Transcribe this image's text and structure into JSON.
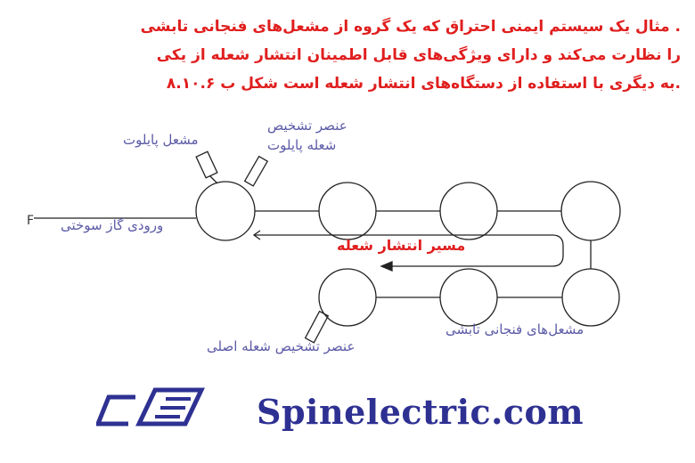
{
  "caption": {
    "line1": ". مثال یک سیستم ایمنی احتراق که یک گروه از مشعل‌های فنجانی تابشی",
    "line2": "را نظارت می‌کند و دارای ویژگی‌های قابل اطمینان انتشار شعله از یکی",
    "line3": ".به دیگری با استفاده از دستگاه‌های انتشار شعله است    شکل ب ۸.۱۰.۶"
  },
  "labels": {
    "pilot_burner": "مشعل پایلوت",
    "pilot_flame_detector_line1": "عنصر تشخیص",
    "pilot_flame_detector_line2": "شعله  پایلوت",
    "fuel_gas_inlet": "ورودی گاز سوختی",
    "flame_propagation_path": "مسیر انتشار شعله",
    "radiant_cup_burners": "مشعل‌های فنجانی تابشی",
    "main_flame_detector": "عنصر تشخیص شعله اصلی",
    "f_mark": "F"
  },
  "brand": {
    "name": "Spinelectric.com",
    "color": "#2e3192"
  },
  "colors": {
    "caption": "#e01e1e",
    "labels": "#5b5aa6",
    "lines": "#222222"
  }
}
